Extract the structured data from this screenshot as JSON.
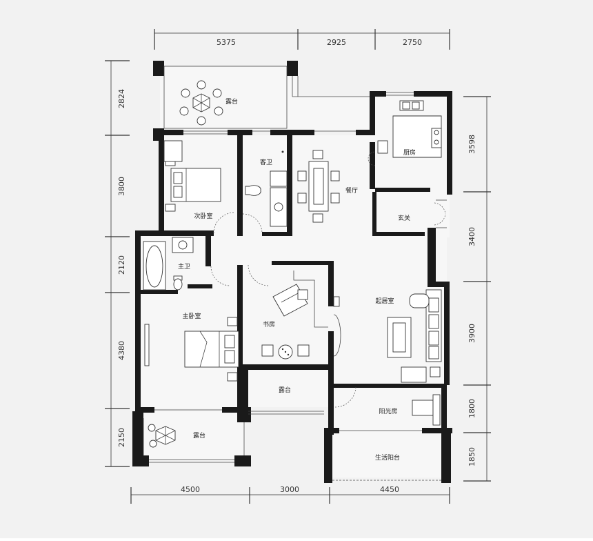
{
  "colors": {
    "background": "#f2f2f2",
    "wall": "#1a1a1a",
    "floor": "#f7f7f7",
    "line": "#333333"
  },
  "dimensions": {
    "top": [
      "5375",
      "2925",
      "2750"
    ],
    "bottom": [
      "4500",
      "3000",
      "4450"
    ],
    "left": [
      "2824",
      "3800",
      "2120",
      "4380",
      "2150"
    ],
    "right": [
      "3598",
      "3400",
      "3900",
      "1800",
      "1850"
    ]
  },
  "rooms": {
    "balcony_top": "露台",
    "kitchen": "厨房",
    "guest_bath": "客卫",
    "dining": "餐厅",
    "second_bedroom": "次卧室",
    "entrance": "玄关",
    "master_bath": "主卫",
    "living": "起居室",
    "master_bedroom": "主卧室",
    "study": "书房",
    "terrace_middle": "露台",
    "sunroom": "阳光房",
    "balcony_bottom_left": "露台",
    "utility_balcony": "生活阳台"
  }
}
